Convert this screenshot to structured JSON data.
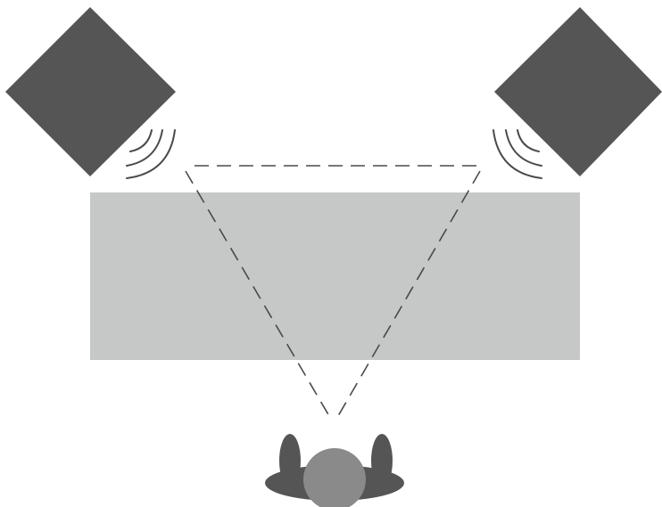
{
  "diagram": {
    "description_elements": {
      "speakers": [
        {
          "id": "left",
          "icon": "speaker-icon"
        },
        {
          "id": "right",
          "icon": "speaker-icon"
        }
      ],
      "listener": {
        "icon": "listener-icon"
      },
      "desk": {
        "icon": "desk-rectangle"
      },
      "triangle": {
        "style": "dashed"
      }
    },
    "colors": {
      "speaker": "#555555",
      "desk": "#c6c7c7",
      "listener_head": "#8a8a8a",
      "listener_body": "#555555",
      "sound_waves": "#4a4a4a",
      "triangle": "#4a4a4a",
      "background": "#ffffff"
    }
  }
}
